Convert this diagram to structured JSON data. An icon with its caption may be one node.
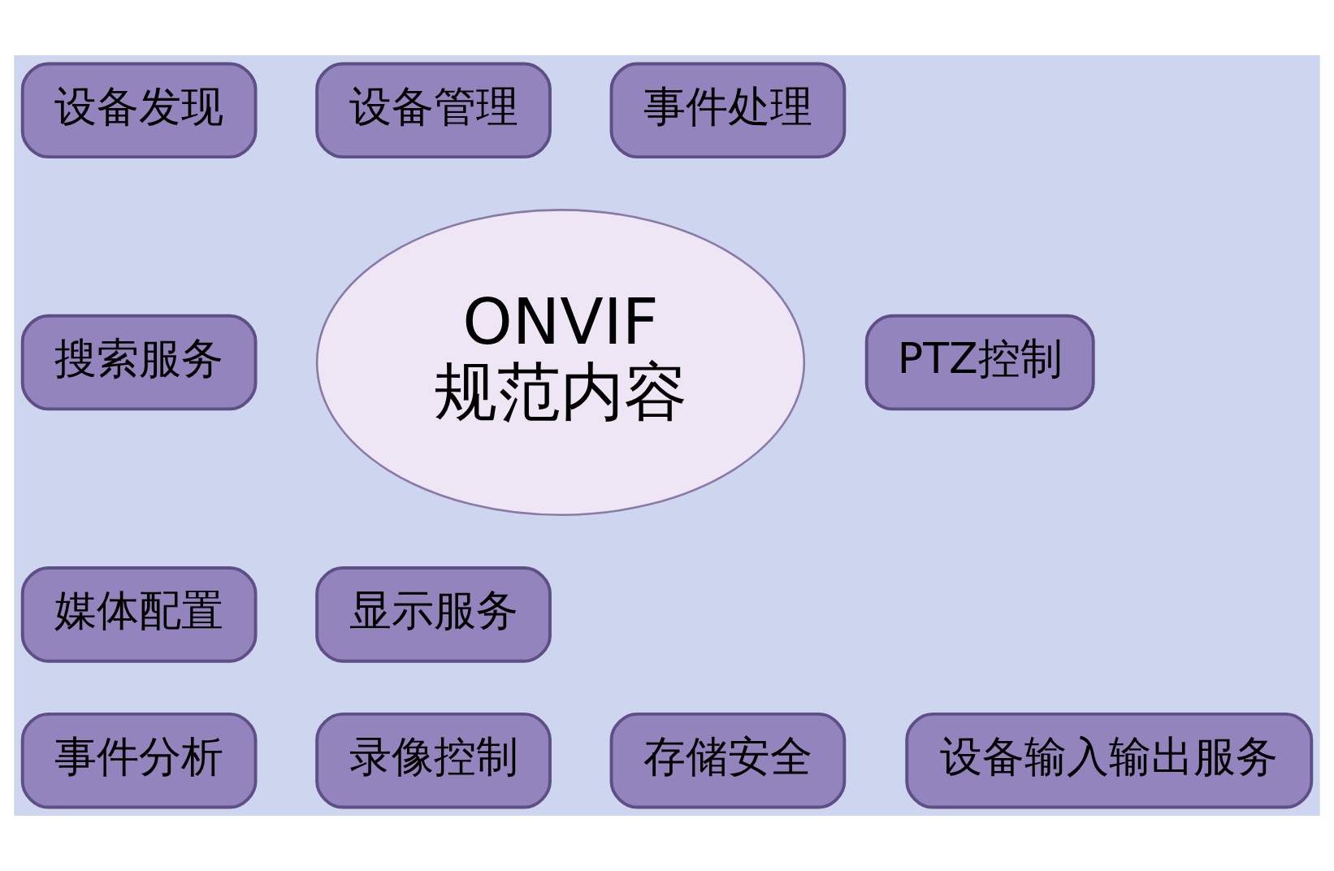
{
  "diagram": {
    "nodes": [
      {
        "text": [
          "设备管理"
        ]
      },
      {
        "text": [
          "事件处理"
        ]
      },
      {
        "text": [
          "设备发现"
        ]
      },
      {
        "text": [
          "PTZ控制"
        ]
      },
      {
        "text": [
          "搜索服务"
        ]
      },
      {
        "text": [
          "ONVIF",
          "规范内容"
        ]
      },
      {
        "text": [
          "显示服务"
        ]
      },
      {
        "text": [
          "媒体配置"
        ]
      },
      {
        "text": [
          "设备输入输出服务"
        ]
      },
      {
        "text": [
          "事件分析"
        ]
      },
      {
        "text": [
          "录像控制"
        ]
      },
      {
        "text": [
          "存储安全"
        ]
      }
    ]
  }
}
